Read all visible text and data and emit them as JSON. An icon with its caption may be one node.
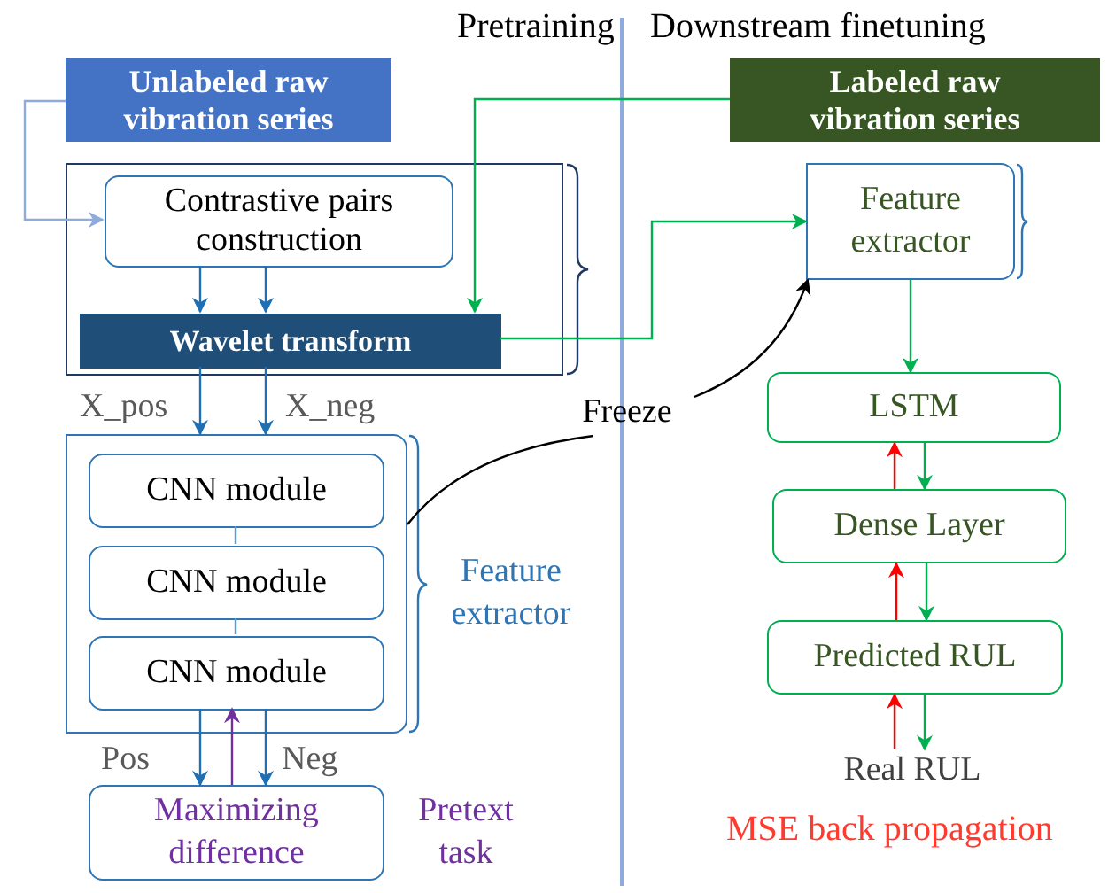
{
  "diagram": {
    "nodes": [
      {
        "text": [
          "Unlabeled raw vibration series"
        ]
      },
      {
        "text": [],
        "shape": "box"
      },
      {
        "text": [
          "Contrastive pairs construction"
        ],
        "in": 1
      },
      {
        "text": [
          "Wavelet transform"
        ],
        "in": 1
      },
      {
        "text": [],
        "shape": "box",
        "beside": [
          "Feature extractor"
        ]
      },
      {
        "text": [
          "CNN module"
        ],
        "in": 4
      },
      {
        "text": [
          "CNN module"
        ],
        "in": 4
      },
      {
        "text": [
          "CNN module"
        ],
        "in": 4
      },
      {
        "text": [
          "Maximizing difference"
        ],
        "beside": [
          "Pretext task"
        ]
      },
      {
        "text": [
          "Labeled raw vibration series"
        ]
      },
      {
        "text": [
          "Feature extractor"
        ]
      },
      {
        "text": [
          "LSTM"
        ]
      },
      {
        "text": [
          "Dense Layer"
        ]
      },
      {
        "text": [
          "Predicted RUL"
        ]
      },
      {
        "text": [
          "Real RUL"
        ]
      },
      {
        "text": [
          "Freeze"
        ]
      }
    ],
    "edges": [
      {
        "from": 0,
        "to": 2,
        "arrow": "to",
        "color": "#8faadc"
      },
      {
        "from": 2,
        "to": 3,
        "arrow": "to",
        "color": "#1f6fb5"
      },
      {
        "from": 2,
        "to": 3,
        "arrow": "to",
        "color": "#1f6fb5"
      },
      {
        "from": 3,
        "to": 4,
        "arrow": "to",
        "label": "X_pos",
        "color": "#1f6fb5"
      },
      {
        "from": 3,
        "to": 4,
        "arrow": "to",
        "label": "X_neg",
        "color": "#1f6fb5"
      },
      {
        "from": 5,
        "to": 6,
        "arrow": "none",
        "color": "#5b9bd5"
      },
      {
        "from": 6,
        "to": 7,
        "arrow": "none",
        "color": "#5b9bd5"
      },
      {
        "from": 7,
        "to": 8,
        "arrow": "to",
        "label": "Pos",
        "color": "#1f6fb5"
      },
      {
        "from": 8,
        "to": 7,
        "arrow": "to",
        "color": "#7030a0"
      },
      {
        "from": 7,
        "to": 8,
        "arrow": "to",
        "label": "Neg",
        "color": "#1f6fb5"
      },
      {
        "from": 9,
        "to": 3,
        "arrow": "to",
        "color": "#00b050"
      },
      {
        "from": 3,
        "to": 10,
        "arrow": "to",
        "color": "#00b050"
      },
      {
        "from": 15,
        "to": 10,
        "arrow": "to",
        "color": "#000000"
      },
      {
        "from": 15,
        "to": 4,
        "arrow": "none",
        "color": "#000000"
      },
      {
        "from": 10,
        "to": 11,
        "arrow": "to",
        "color": "#00b050"
      },
      {
        "from": 11,
        "to": 12,
        "arrow": "to",
        "color": "#00b050"
      },
      {
        "from": 12,
        "to": 11,
        "arrow": "to",
        "color": "#ff0000"
      },
      {
        "from": 12,
        "to": 13,
        "arrow": "to",
        "color": "#00b050"
      },
      {
        "from": 13,
        "to": 12,
        "arrow": "to",
        "color": "#ff0000"
      },
      {
        "from": 13,
        "to": 14,
        "arrow": "to",
        "color": "#00b050"
      },
      {
        "from": 14,
        "to": 13,
        "arrow": "to",
        "color": "#ff0000"
      }
    ],
    "labels": [
      "Pretraining",
      "Downstream finetuning",
      "MSE back propagation"
    ]
  }
}
